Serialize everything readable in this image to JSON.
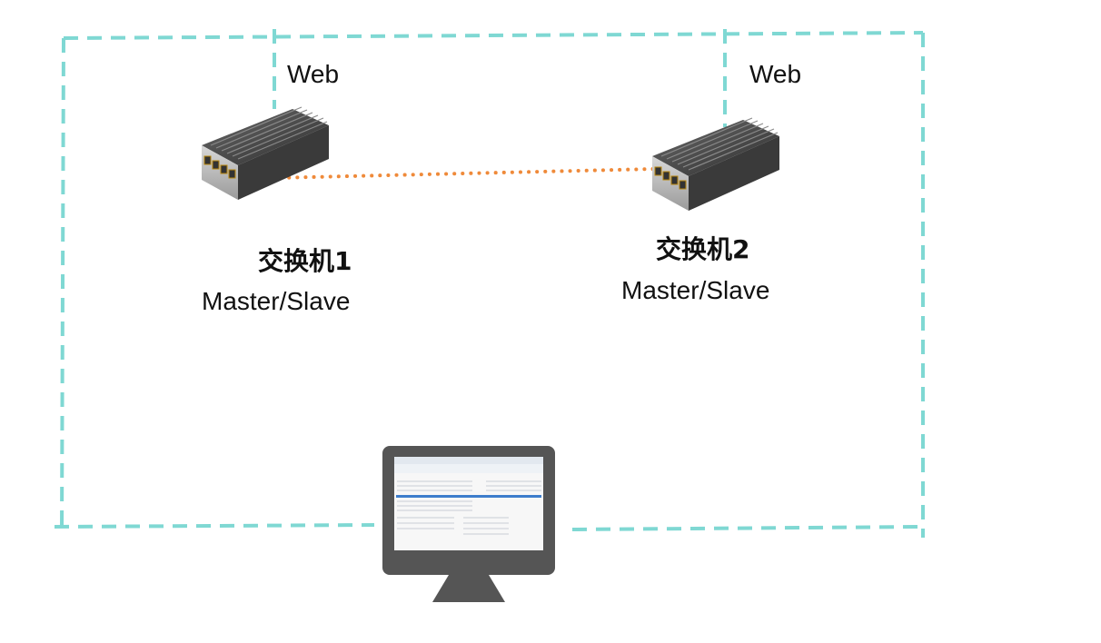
{
  "network": {
    "switch1": {
      "name": "交换机1",
      "role": "Master/Slave",
      "port_label": "Web"
    },
    "switch2": {
      "name": "交换机2",
      "role": "Master/Slave",
      "port_label": "Web"
    }
  },
  "colors": {
    "web_link": "#7fd8d3",
    "inter_switch_link": "#ef8a3a",
    "monitor": "#555555",
    "switch_body": "#4a4a4a",
    "text": "#111111"
  },
  "icons": {
    "switch": "network-switch-icon",
    "computer": "desktop-monitor-icon"
  }
}
